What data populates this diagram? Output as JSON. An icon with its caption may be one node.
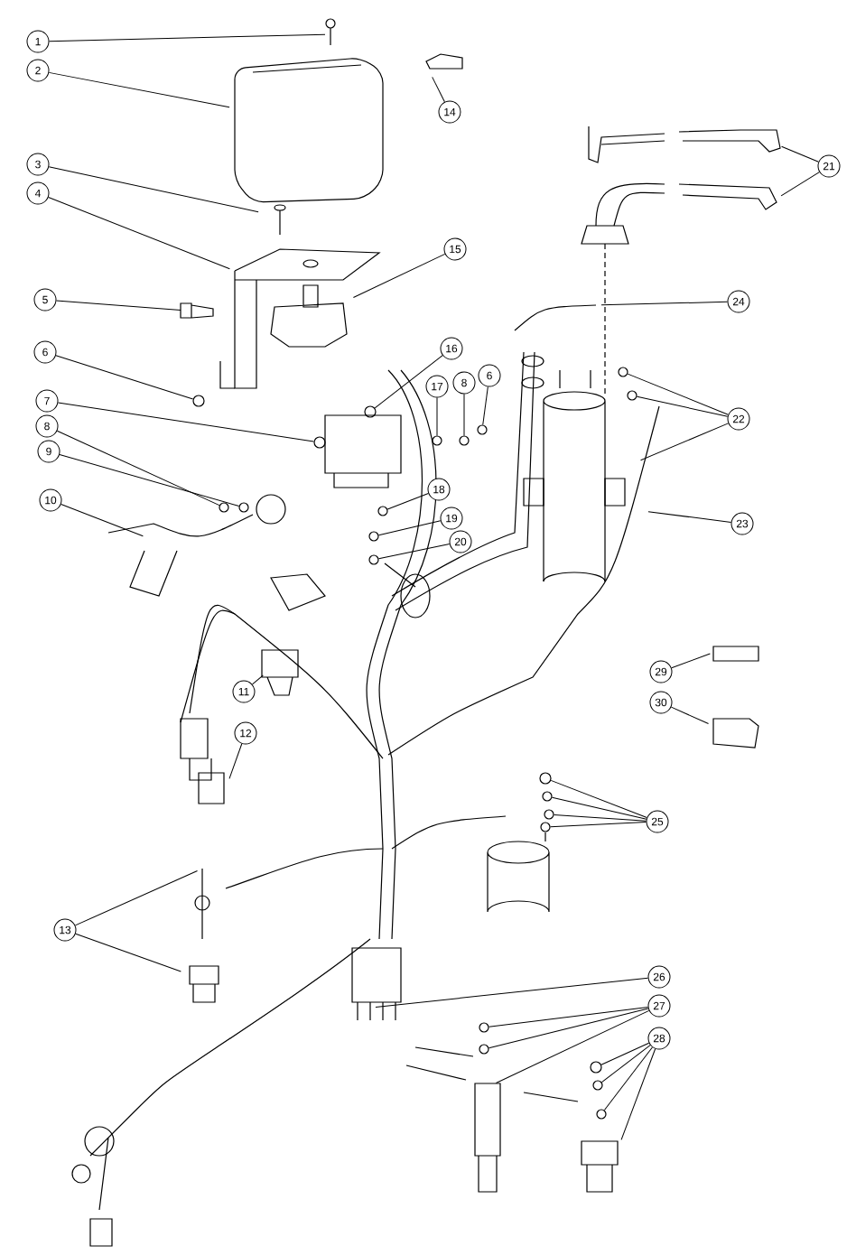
{
  "diagram": {
    "nodes": [
      {
        "text": [
          "1"
        ]
      },
      {
        "text": [
          "14"
        ]
      },
      {
        "text": [
          "2"
        ]
      },
      {
        "text": [
          "21"
        ]
      },
      {
        "text": [
          "3"
        ]
      },
      {
        "text": [
          "4"
        ]
      },
      {
        "text": [
          "15"
        ]
      },
      {
        "text": [
          "24"
        ]
      },
      {
        "text": [
          "5"
        ]
      },
      {
        "text": [
          "16"
        ]
      },
      {
        "text": [
          "6"
        ]
      },
      {
        "text": [
          "17"
        ]
      },
      {
        "text": [
          "8"
        ]
      },
      {
        "text": [
          "6"
        ]
      },
      {
        "text": [
          "7"
        ]
      },
      {
        "text": [
          "22"
        ]
      },
      {
        "text": [
          "8"
        ]
      },
      {
        "text": [
          "9"
        ]
      },
      {
        "text": [
          "10"
        ]
      },
      {
        "text": [
          "18"
        ]
      },
      {
        "text": [
          "19"
        ]
      },
      {
        "text": [
          "20"
        ]
      },
      {
        "text": [
          "23"
        ]
      },
      {
        "text": [
          "29"
        ]
      },
      {
        "text": [
          "30"
        ]
      },
      {
        "text": [
          "11"
        ]
      },
      {
        "text": [
          "12"
        ]
      },
      {
        "text": [
          "25"
        ]
      },
      {
        "text": [
          "13"
        ]
      },
      {
        "text": [
          "26"
        ]
      },
      {
        "text": [
          "27"
        ]
      },
      {
        "text": [
          "28"
        ]
      },
      {
        "text": [],
        "shape": "circle"
      },
      {
        "text": [],
        "shape": "circle"
      },
      {
        "text": [],
        "shape": "circle"
      },
      {
        "text": [],
        "shape": "circle"
      },
      {
        "text": [],
        "shape": "circle"
      },
      {
        "text": [],
        "shape": "circle"
      },
      {
        "text": [],
        "shape": "circle"
      },
      {
        "text": [],
        "shape": "circle"
      },
      {
        "text": [],
        "shape": "circle"
      },
      {
        "text": [],
        "shape": "circle"
      },
      {
        "text": [],
        "shape": "circle"
      },
      {
        "text": [],
        "shape": "circle"
      },
      {
        "text": [],
        "shape": "circle"
      },
      {
        "text": [],
        "shape": "circle"
      },
      {
        "text": [],
        "shape": "circle"
      },
      {
        "text": [],
        "shape": "circle"
      },
      {
        "text": [],
        "shape": "circle"
      },
      {
        "text": [],
        "shape": "circle"
      },
      {
        "text": [],
        "shape": "circle"
      },
      {
        "text": [],
        "shape": "circle"
      },
      {
        "text": [],
        "shape": "circle"
      },
      {
        "text": [],
        "shape": "circle"
      }
    ],
    "edges": [
      {
        "from": 0,
        "to": null,
        "arrow": "none"
      },
      {
        "from": 1,
        "to": null,
        "arrow": "none"
      },
      {
        "from": 2,
        "to": null,
        "arrow": "none"
      },
      {
        "from": 3,
        "to": null,
        "arrow": "none"
      },
      {
        "from": 3,
        "to": null,
        "arrow": "none"
      },
      {
        "from": 4,
        "to": null,
        "arrow": "none"
      },
      {
        "from": 5,
        "to": null,
        "arrow": "none"
      },
      {
        "from": 6,
        "to": null,
        "arrow": "none"
      },
      {
        "from": 7,
        "to": null,
        "arrow": "none"
      },
      {
        "from": 8,
        "to": null,
        "arrow": "none"
      },
      {
        "from": 9,
        "to": 32,
        "arrow": "none"
      },
      {
        "from": 10,
        "to": 33,
        "arrow": "none"
      },
      {
        "from": 11,
        "to": 34,
        "arrow": "none"
      },
      {
        "from": 12,
        "to": 35,
        "arrow": "none"
      },
      {
        "from": 13,
        "to": 36,
        "arrow": "none"
      },
      {
        "from": 14,
        "to": 37,
        "arrow": "none"
      },
      {
        "from": 15,
        "to": 38,
        "arrow": "none"
      },
      {
        "from": 15,
        "to": 39,
        "arrow": "none"
      },
      {
        "from": 15,
        "to": null,
        "arrow": "none"
      },
      {
        "from": 16,
        "to": 40,
        "arrow": "none"
      },
      {
        "from": 17,
        "to": 41,
        "arrow": "none"
      },
      {
        "from": 18,
        "to": null,
        "arrow": "none"
      },
      {
        "from": 19,
        "to": 42,
        "arrow": "none"
      },
      {
        "from": 20,
        "to": 43,
        "arrow": "none"
      },
      {
        "from": 21,
        "to": 44,
        "arrow": "none"
      },
      {
        "from": 22,
        "to": null,
        "arrow": "none"
      },
      {
        "from": 23,
        "to": null,
        "arrow": "none"
      },
      {
        "from": 24,
        "to": null,
        "arrow": "none"
      },
      {
        "from": 25,
        "to": null,
        "arrow": "none"
      },
      {
        "from": 26,
        "to": null,
        "arrow": "none"
      },
      {
        "from": 27,
        "to": 45,
        "arrow": "none"
      },
      {
        "from": 27,
        "to": 46,
        "arrow": "none"
      },
      {
        "from": 27,
        "to": 47,
        "arrow": "none"
      },
      {
        "from": 27,
        "to": 48,
        "arrow": "none"
      },
      {
        "from": 28,
        "to": null,
        "arrow": "none"
      },
      {
        "from": 28,
        "to": null,
        "arrow": "none"
      },
      {
        "from": 29,
        "to": null,
        "arrow": "none"
      },
      {
        "from": 30,
        "to": 49,
        "arrow": "none"
      },
      {
        "from": 30,
        "to": 50,
        "arrow": "none"
      },
      {
        "from": 30,
        "to": null,
        "arrow": "none"
      },
      {
        "from": 31,
        "to": 51,
        "arrow": "none"
      },
      {
        "from": 31,
        "to": 52,
        "arrow": "none"
      },
      {
        "from": 31,
        "to": 53,
        "arrow": "none"
      },
      {
        "from": 31,
        "to": null,
        "arrow": "none"
      }
    ]
  }
}
